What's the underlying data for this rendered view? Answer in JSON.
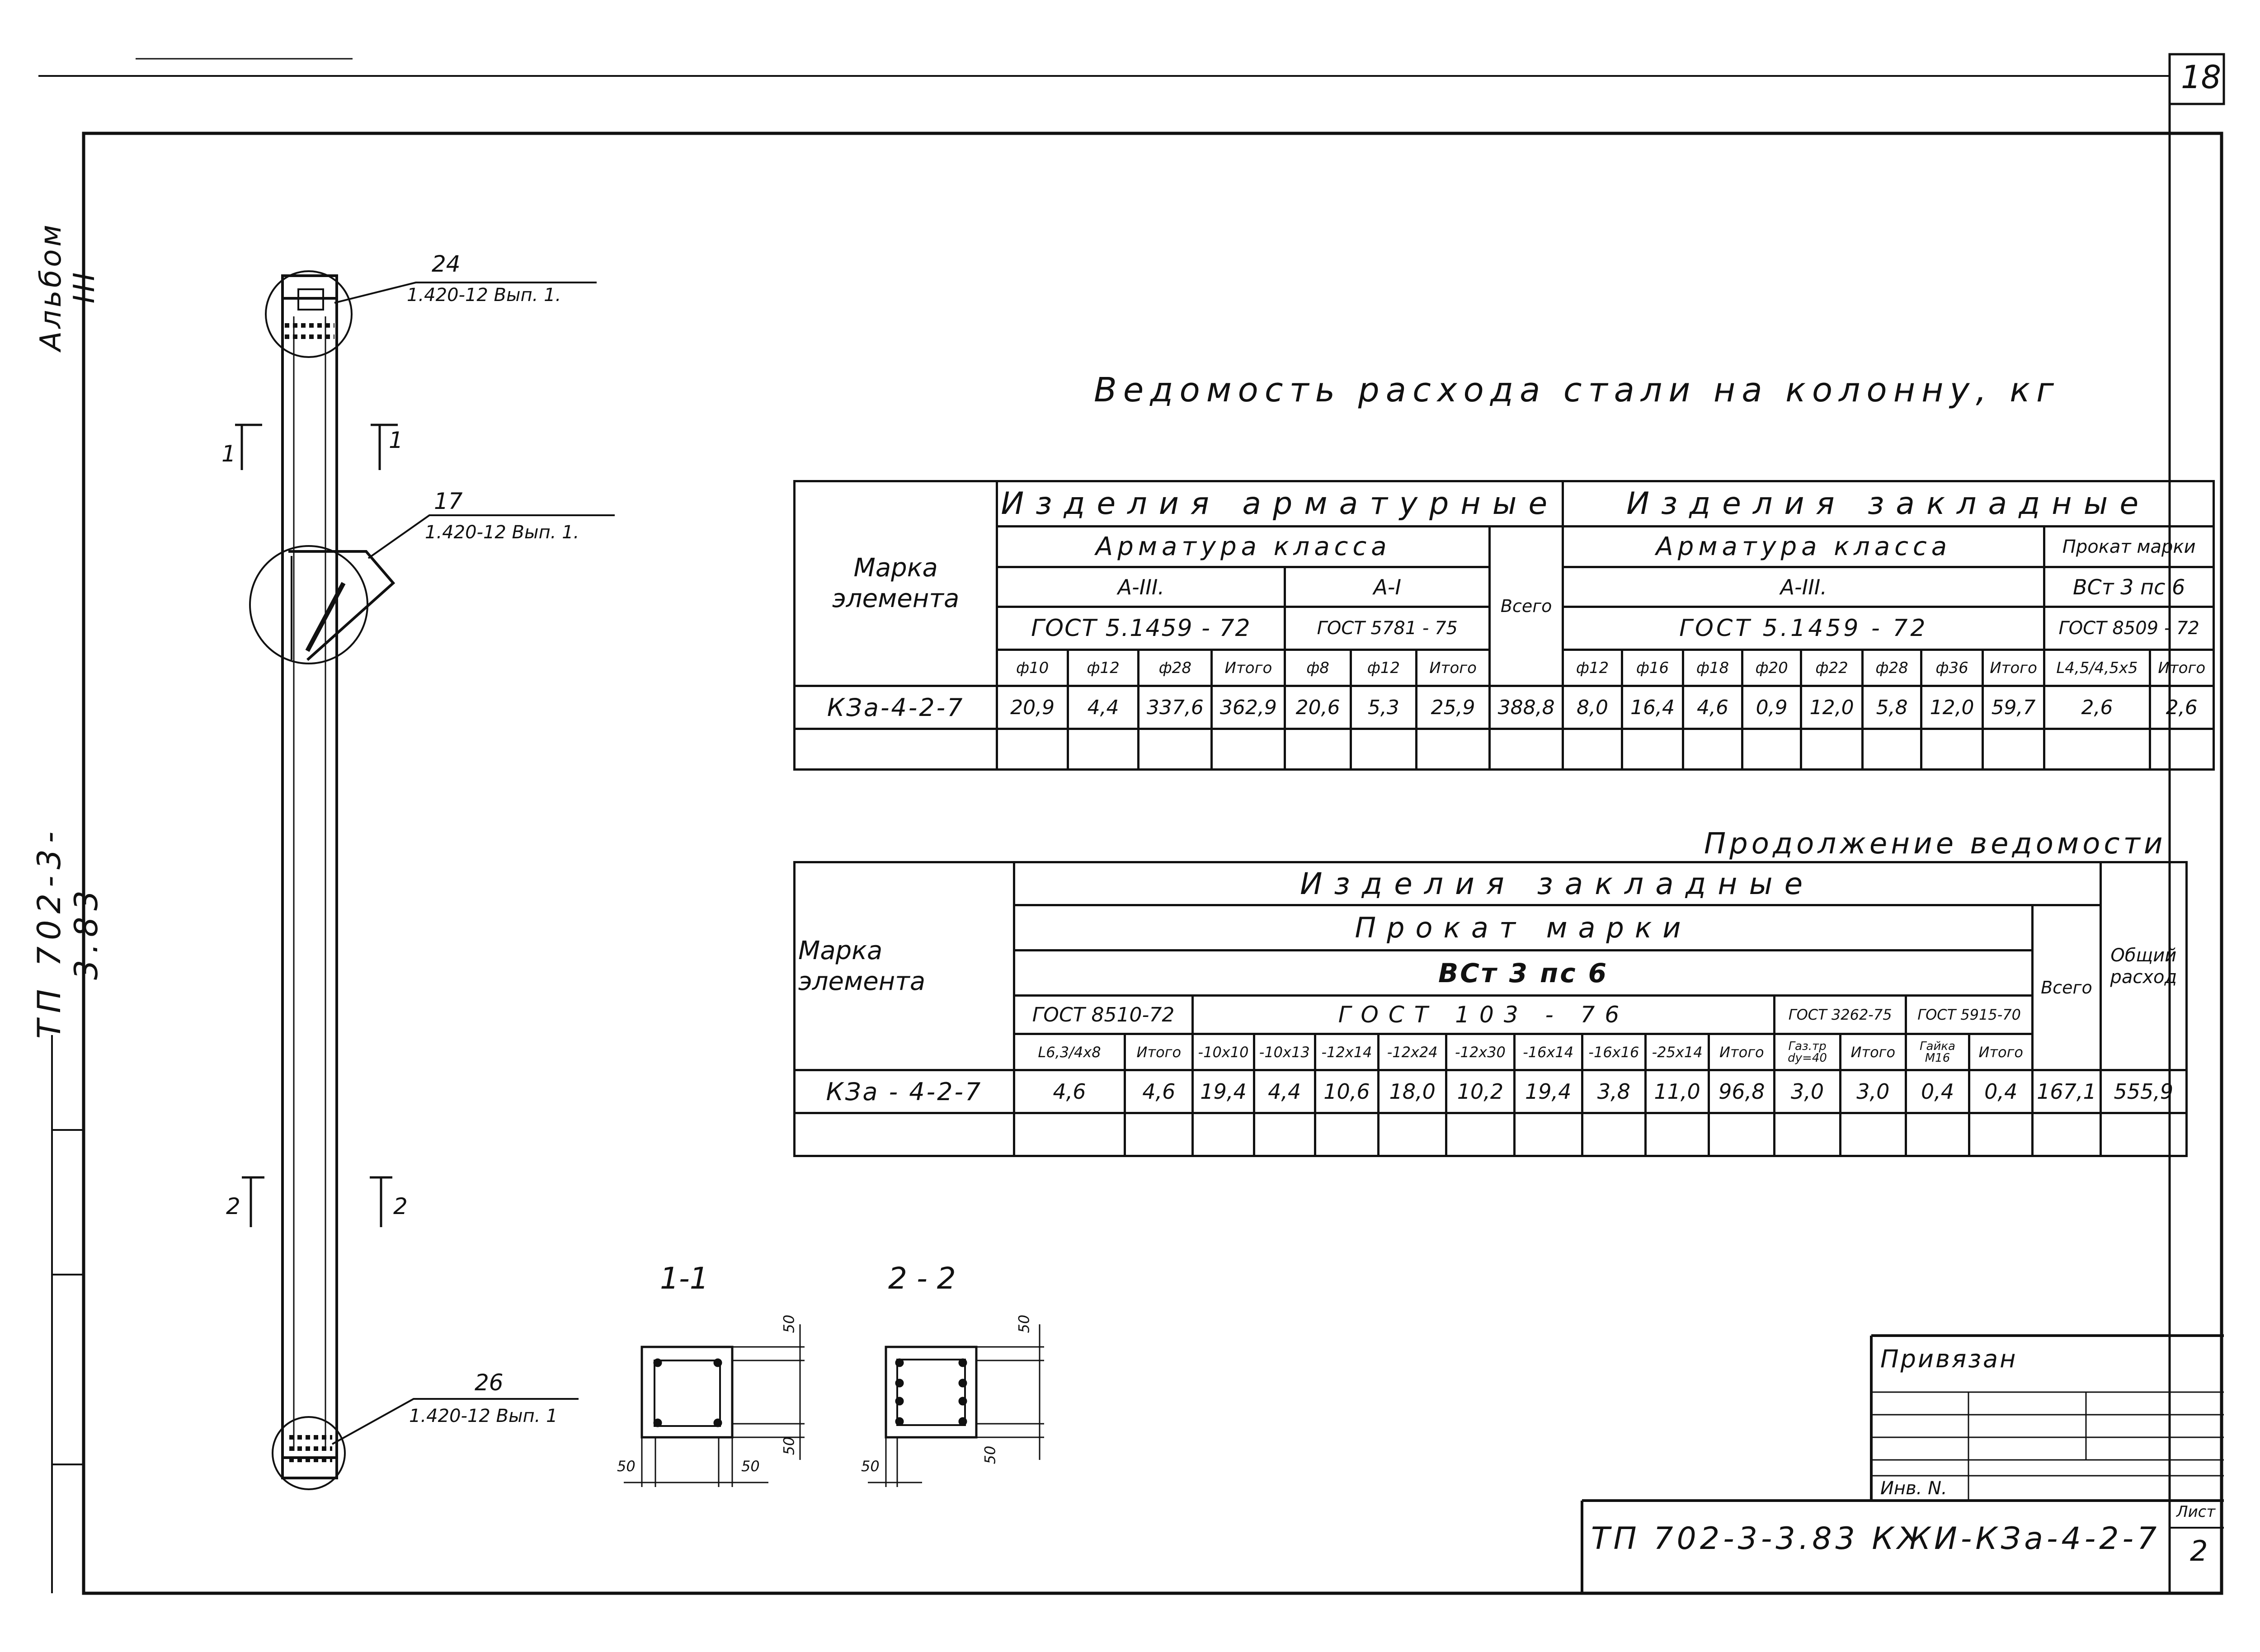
{
  "sheet_number": "18",
  "album_label": "Альбом III",
  "side_code": "ТП 702-3-3.83",
  "column_drawing": {
    "callouts": [
      {
        "num": "24",
        "ref": "1.420-12 Вып. 1."
      },
      {
        "num": "17",
        "ref": "1.420-12 Вып. 1."
      },
      {
        "num": "26",
        "ref": "1.420-12 Вып. 1"
      }
    ],
    "section_marks": [
      "1",
      "1",
      "2",
      "2"
    ]
  },
  "sections": {
    "s1_title": "1-1",
    "s2_title": "2 - 2",
    "dims": [
      "50",
      "50",
      "50",
      "50",
      "50",
      "50",
      "50"
    ]
  },
  "table1": {
    "title": "Ведомость расхода стали на колонну, кг",
    "mark_header": "Марка элемента",
    "arm_products": "Изделия арматурные",
    "emb_products": "Изделия закладные",
    "arm_class": "Арматура класса",
    "arm_class2": "Арматура класса",
    "prokat": "Прокат марки",
    "a3": "А-III.",
    "a1": "А-I",
    "a3b": "А-III.",
    "vst": "ВСт 3 пс 6",
    "gost1": "ГОСТ 5.1459 - 72",
    "gost2": "ГОСТ 5781 - 75",
    "gost3": "ГОСТ 5.1459 - 72",
    "gost4": "ГОСТ 8509 - 72",
    "vsego": "Всего",
    "cols": [
      "ф10",
      "ф12",
      "ф28",
      "Итого",
      "ф8",
      "ф12",
      "Итого",
      "ф12",
      "ф16",
      "ф18",
      "ф20",
      "ф22",
      "ф28",
      "ф36",
      "Итого",
      "L4,5/4,5x5",
      "Итого"
    ],
    "row": [
      "КЗа-4-2-7",
      "20,9",
      "4,4",
      "337,6",
      "362,9",
      "20,6",
      "5,3",
      "25,9",
      "388,8",
      "8,0",
      "16,4",
      "4,6",
      "0,9",
      "12,0",
      "5,8",
      "12,0",
      "59,7",
      "2,6",
      "2,6"
    ]
  },
  "table2": {
    "title": "Продолжение ведомости",
    "mark_header": "Марка элемента",
    "emb_products": "Изделия закладные",
    "prokat": "Прокат марки",
    "vst": "ВСт 3 пс 6",
    "vsego": "Всего",
    "total": "Общий расход",
    "gost_a": "ГОСТ 8510-72",
    "gost_b": "ГОСТ 103 - 76",
    "gost_c": "ГОСТ 3262-75",
    "gost_d": "ГОСТ 5915-70",
    "cols": [
      "L6,3/4x8",
      "Итого",
      "-10x10",
      "-10x13",
      "-12x14",
      "-12x24",
      "-12x30",
      "-16x14",
      "-16x16",
      "-25x14",
      "Итого",
      "Газ.тр dy=40",
      "Итого",
      "Гайка М16",
      "Итого"
    ],
    "row": [
      "КЗа - 4-2-7",
      "4,6",
      "4,6",
      "19,4",
      "4,4",
      "10,6",
      "18,0",
      "10,2",
      "19,4",
      "3,8",
      "11,0",
      "96,8",
      "3,0",
      "3,0",
      "0,4",
      "0,4",
      "167,1",
      "555,9"
    ]
  },
  "stamp": {
    "privyazan": "Привязан",
    "inv": "Инв. N.",
    "code": "ТП 702-3-3.83 КЖИ-КЗа-4-2-7",
    "list_label": "Лист",
    "list_num": "2"
  }
}
